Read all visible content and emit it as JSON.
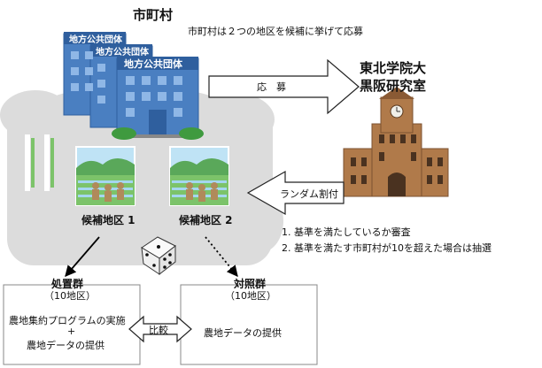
{
  "municipality": {
    "title": "市町村",
    "note": "市町村は２つの地区を候補に挙げて応募",
    "building_sign": "地方公共団体"
  },
  "university": {
    "name_line1": "東北学院大",
    "name_line2": "黒阪研究室"
  },
  "arrows": {
    "apply": "応　募",
    "random_assign": "ランダム割付",
    "compare": "比較"
  },
  "candidates": {
    "district1": "候補地区 1",
    "district2": "候補地区 2"
  },
  "criteria": [
    "1.  基準を満たしているか審査",
    "2.  基準を満たす市町村が10を超えた場合は抽選"
  ],
  "treatment": {
    "title": "処置群",
    "count": "（10地区）",
    "line1": "農地集約プログラムの実施",
    "line2": "+",
    "line3": "農地データの提供"
  },
  "control": {
    "title": "対照群",
    "count": "（10地区）",
    "line1": "農地データの提供"
  },
  "colors": {
    "cloud": "#dcdcdc",
    "building_blue": "#4a7fc1",
    "building_dark": "#2f5f9e",
    "window": "#8fb7e6",
    "brick": "#b07a4a",
    "field_green": "#7cc36a",
    "sky_blue": "#bfe3f5"
  }
}
